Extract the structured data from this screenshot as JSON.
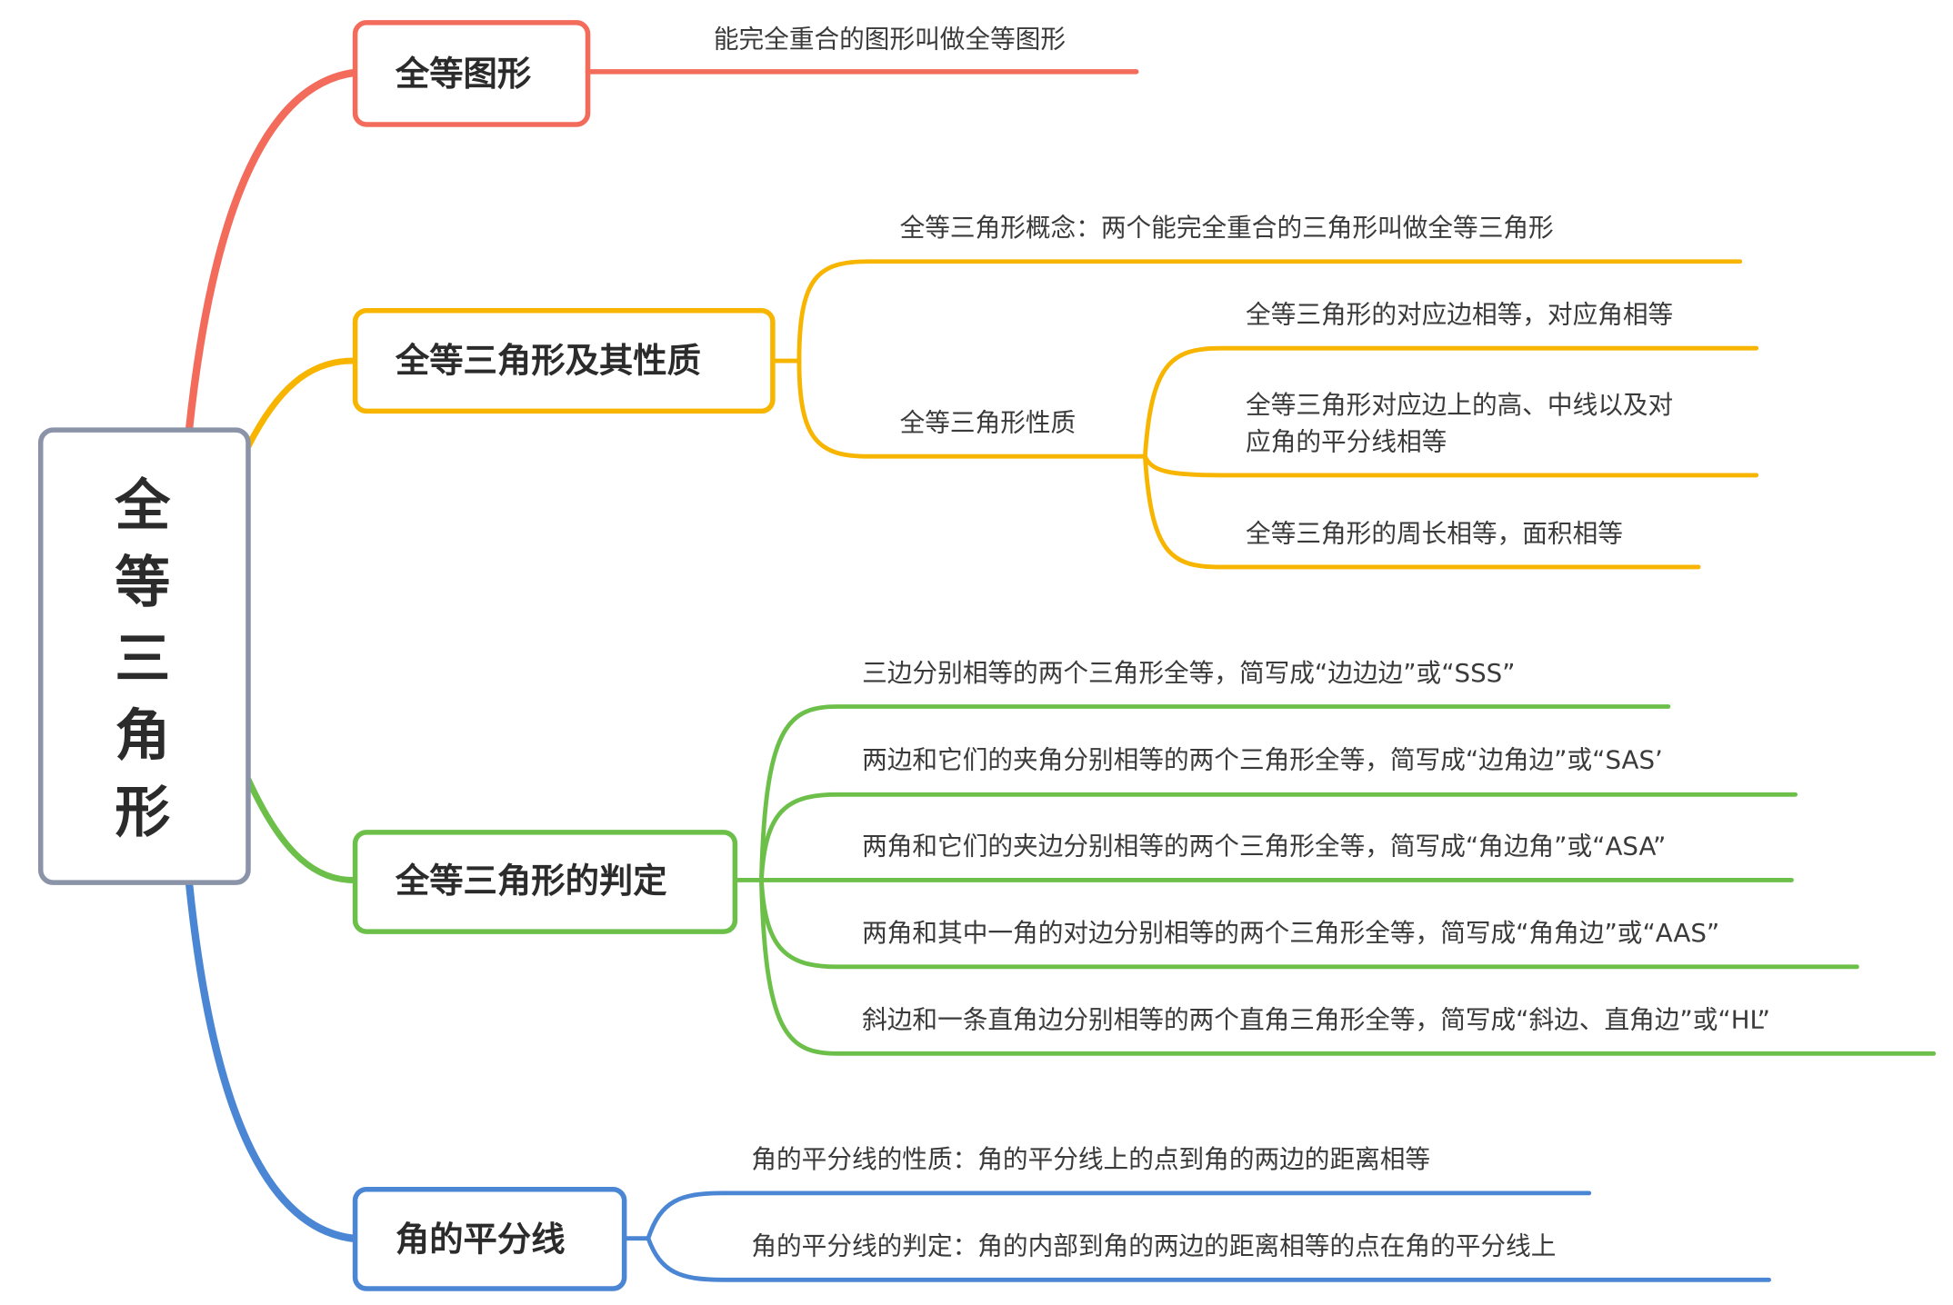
{
  "root": {
    "chars": [
      "全",
      "等",
      "三",
      "角",
      "形"
    ],
    "color": "#8a93a8"
  },
  "branches": {
    "congruent_figures": {
      "label": "全等图形",
      "color": "#f26b5b",
      "children": [
        "能完全重合的图形叫做全等图形"
      ]
    },
    "congruent_triangles_properties": {
      "label": "全等三角形及其性质",
      "color": "#f7b500",
      "concept": "全等三角形概念：两个能完全重合的三角形叫做全等三角形",
      "properties_label": "全等三角形性质",
      "properties": [
        [
          "全等三角形的对应边相等，对应角相等"
        ],
        [
          "全等三角形对应边上的高、中线以及对",
          "应角的平分线相等"
        ],
        [
          "全等三角形的周长相等，面积相等"
        ]
      ]
    },
    "congruence_criteria": {
      "label": "全等三角形的判定",
      "color": "#6cc04a",
      "children": [
        "三边分别相等的两个三角形全等，简写成“边边边”或“SSS”",
        "两边和它们的夹角分别相等的两个三角形全等，简写成“边角边”或“SAS’",
        "两角和它们的夹边分别相等的两个三角形全等，简写成“角边角”或“ASA”",
        "两角和其中一角的对边分别相等的两个三角形全等，简写成“角角边”或“AAS”",
        "斜边和一条直角边分别相等的两个直角三角形全等，简写成“斜边、直角边”或“HL”"
      ]
    },
    "angle_bisector": {
      "label": "角的平分线",
      "color": "#4a86d4",
      "children": [
        "角的平分线的性质：角的平分线上的点到角的两边的距离相等",
        "角的平分线的判定：角的内部到角的两边的距离相等的点在角的平分线上"
      ]
    }
  }
}
